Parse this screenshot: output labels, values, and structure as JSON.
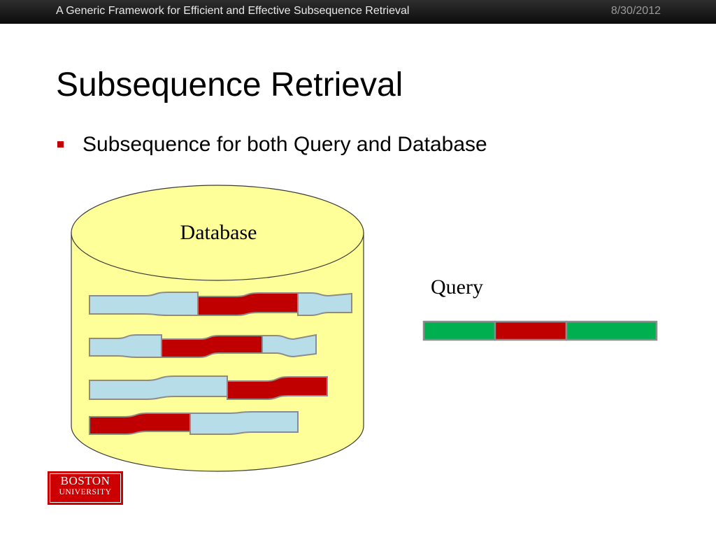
{
  "header": {
    "title": "A Generic Framework for Efficient and Effective Subsequence Retrieval",
    "date": "8/30/2012"
  },
  "slide": {
    "title": "Subsequence Retrieval",
    "bullets": [
      "Subsequence for both Query and Database"
    ]
  },
  "diagram": {
    "database_label": "Database",
    "query_label": "Query",
    "colors": {
      "cylinder_fill": "#ffff99",
      "sequence_fill": "#b7dde8",
      "match_fill": "#c00000",
      "query_fill": "#00b050",
      "outline": "#8c8c8c"
    }
  },
  "logo": {
    "line1": "BOSTON",
    "line2": "UNIVERSITY"
  }
}
